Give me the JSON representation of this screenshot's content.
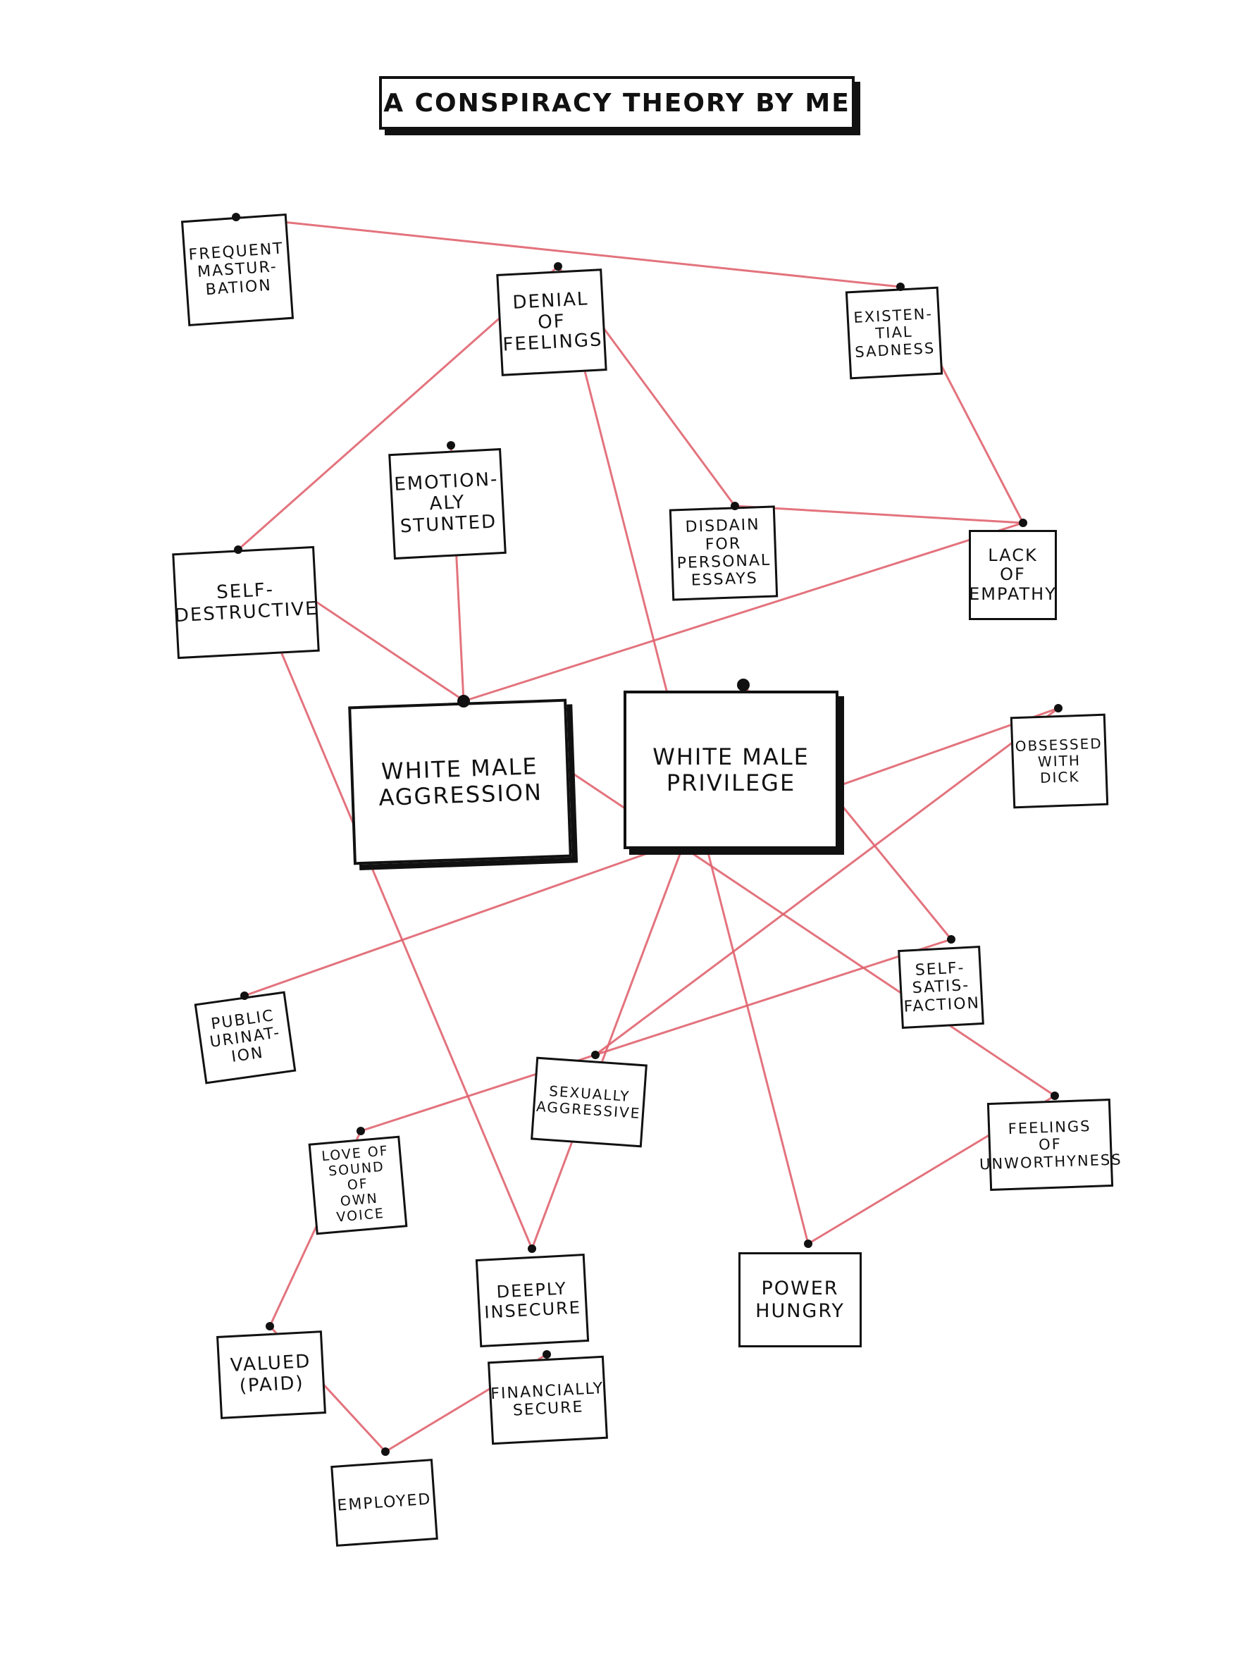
{
  "title": "A CONSPIRACY THEORY   BY ME",
  "colors": {
    "string": "#e06470",
    "ink": "#111111",
    "paper": "#ffffff"
  },
  "notes": [
    {
      "id": "frequent_masturbation",
      "label": "FREQUENT\nMASTUR-\nBATION"
    },
    {
      "id": "denial_of_feelings",
      "label": "DENIAL\nOF\nFEELINGS"
    },
    {
      "id": "existential_sadness",
      "label": "EXISTEN-\nTIAL\nSADNESS"
    },
    {
      "id": "emotionally_stunted",
      "label": "EMOTION-\nALY\nSTUNTED"
    },
    {
      "id": "disdain_personal_essays",
      "label": "DISDAIN\nFOR\nPERSONAL\nESSAYS"
    },
    {
      "id": "lack_of_empathy",
      "label": "LACK\nOF\nEMPATHY"
    },
    {
      "id": "self_destructive",
      "label": "SELF-\nDESTRUCTIVE"
    },
    {
      "id": "white_male_aggression",
      "label": "WHITE MALE\nAGGRESSION"
    },
    {
      "id": "white_male_privilege",
      "label": "WHITE MALE\nPRIVILEGE"
    },
    {
      "id": "obsessed_with_dick",
      "label": "OBSESSED\nWITH\nDICK"
    },
    {
      "id": "self_satisfaction",
      "label": "SELF-\nSATIS-\nFACTION"
    },
    {
      "id": "public_urination",
      "label": "PUBLIC\nURINAT-\nION"
    },
    {
      "id": "sexually_aggressive",
      "label": "SEXUALLY\nAGGRESSIVE"
    },
    {
      "id": "feelings_of_unworthyness",
      "label": "FEELINGS\nOF\nUNWORTHYNESS"
    },
    {
      "id": "love_of_sound",
      "label": "LOVE OF\nSOUND OF\nOWN\nVOICE"
    },
    {
      "id": "deeply_insecure",
      "label": "DEEPLY\nINSECURE"
    },
    {
      "id": "power_hungry",
      "label": "POWER\nHUNGRY"
    },
    {
      "id": "valued_paid",
      "label": "VALUED\n(PAID)"
    },
    {
      "id": "financially_secure",
      "label": "FINANCIALLY\nSECURE"
    },
    {
      "id": "employed",
      "label": "EMPLOYED"
    }
  ],
  "connections": [
    [
      "frequent_masturbation",
      "existential_sadness"
    ],
    [
      "denial_of_feelings",
      "self_destructive"
    ],
    [
      "denial_of_feelings",
      "disdain_personal_essays"
    ],
    [
      "denial_of_feelings",
      "power_hungry"
    ],
    [
      "existential_sadness",
      "lack_of_empathy"
    ],
    [
      "disdain_personal_essays",
      "lack_of_empathy"
    ],
    [
      "lack_of_empathy",
      "white_male_aggression"
    ],
    [
      "emotionally_stunted",
      "white_male_aggression"
    ],
    [
      "self_destructive",
      "feelings_of_unworthyness"
    ],
    [
      "self_destructive",
      "deeply_insecure"
    ],
    [
      "white_male_privilege",
      "self_satisfaction"
    ],
    [
      "white_male_privilege",
      "deeply_insecure"
    ],
    [
      "obsessed_with_dick",
      "public_urination"
    ],
    [
      "obsessed_with_dick",
      "sexually_aggressive"
    ],
    [
      "self_satisfaction",
      "love_of_sound"
    ],
    [
      "feelings_of_unworthyness",
      "power_hungry"
    ],
    [
      "love_of_sound",
      "valued_paid"
    ],
    [
      "valued_paid",
      "employed"
    ],
    [
      "employed",
      "financially_secure"
    ]
  ]
}
